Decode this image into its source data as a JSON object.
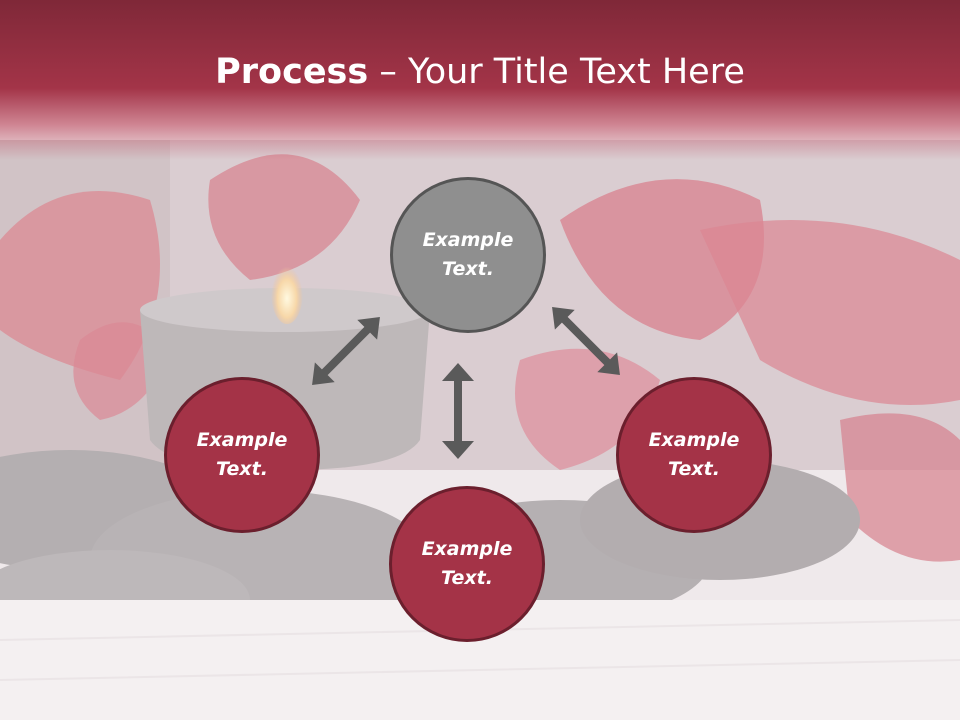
{
  "slide": {
    "title_bold": "Process",
    "title_rest": " – Your Title Text Here"
  },
  "diagram": {
    "center_label": "Example Text.",
    "left_label": "Example Text.",
    "right_label": "Example Text.",
    "bottom_label": "Example Text."
  },
  "colors": {
    "header": "#a33448",
    "circle_red": "#a43347",
    "circle_gray": "#8f8f8f",
    "arrow": "#5a5a5a"
  }
}
